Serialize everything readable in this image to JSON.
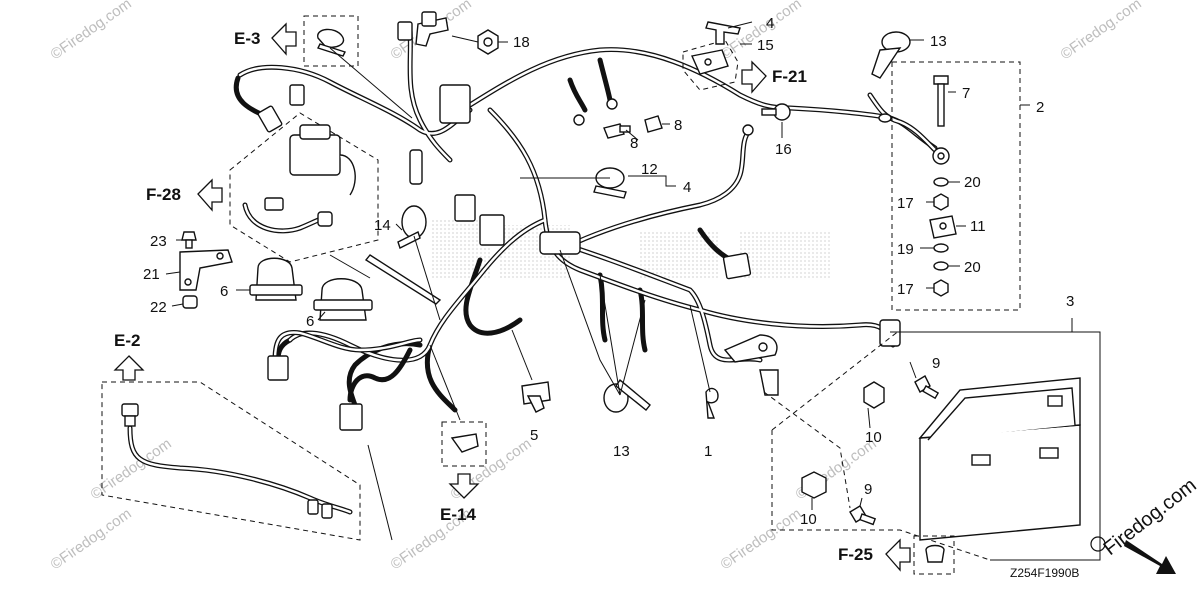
{
  "refs": {
    "e3": "E-3",
    "f21": "F-21",
    "f28": "F-28",
    "e2": "E-2",
    "e14": "E-14",
    "f25": "F-25"
  },
  "callouts": {
    "n18": "18",
    "n4a": "4",
    "n15": "15",
    "n13a": "13",
    "n7": "7",
    "n2": "2",
    "n8a": "8",
    "n8b": "8",
    "n16": "16",
    "n12": "12",
    "n4b": "4",
    "n20a": "20",
    "n17a": "17",
    "n11": "11",
    "n14": "14",
    "n19": "19",
    "n20b": "20",
    "n17b": "17",
    "n23": "23",
    "n21": "21",
    "n22": "22",
    "n6a": "6",
    "n6b": "6",
    "n3": "3",
    "n9a": "9",
    "n10a": "10",
    "n5": "5",
    "n13b": "13",
    "n1": "1",
    "n9b": "9",
    "n10b": "10"
  },
  "watermark": "©Firedog.com",
  "brand": "Firedog.com",
  "diagram_code": "Z254F1990B",
  "colors": {
    "ink": "#111111",
    "watermark": "#bdbdbd",
    "background": "#ffffff"
  }
}
